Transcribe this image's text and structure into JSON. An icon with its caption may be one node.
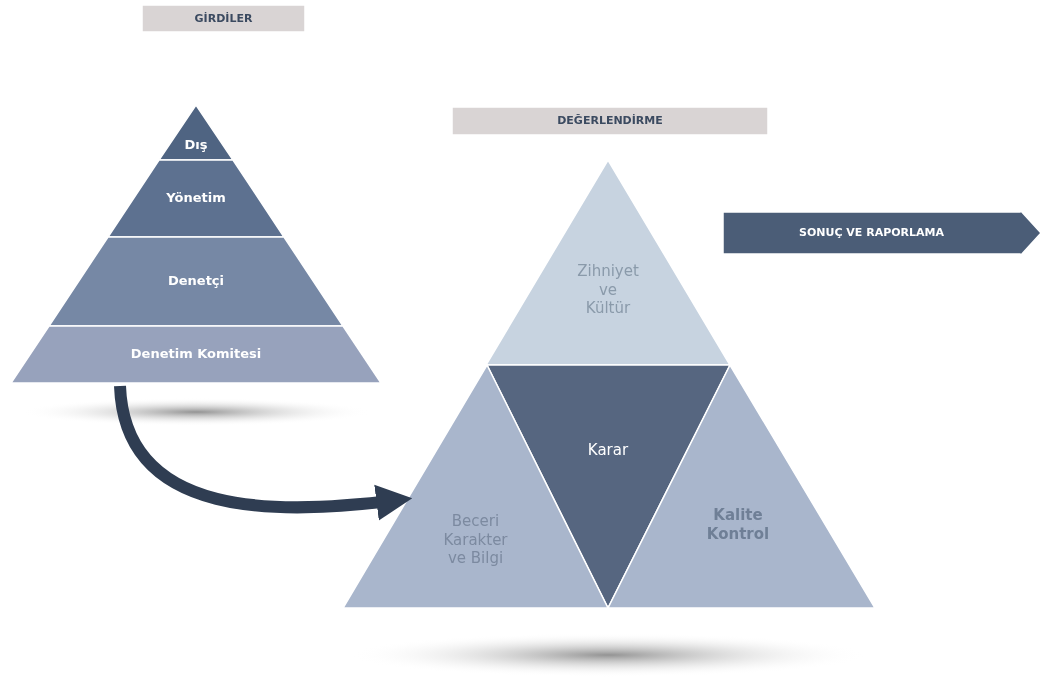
{
  "diagram": {
    "nodes": [
      {
        "text": [
          "GİRDİLER"
        ]
      },
      {
        "text": [
          "Dış"
        ]
      },
      {
        "text": [
          "Yönetim"
        ]
      },
      {
        "text": [
          "Denetçi"
        ]
      },
      {
        "text": [
          "Denetim Komitesi"
        ]
      },
      {
        "text": [
          "DEĞERLENDİRME"
        ]
      },
      {
        "text": [
          "Zihniyet ve Kültür"
        ]
      },
      {
        "text": [
          "Karar"
        ]
      },
      {
        "text": [
          "Beceri Karakter ve Bilgi"
        ]
      },
      {
        "text": [
          "Kalite Kontrol"
        ]
      },
      {
        "text": [
          "SONUÇ VE RAPORLAMA"
        ]
      }
    ],
    "edges": [
      {
        "from": 4,
        "to": 8,
        "arrow": "to"
      }
    ]
  }
}
